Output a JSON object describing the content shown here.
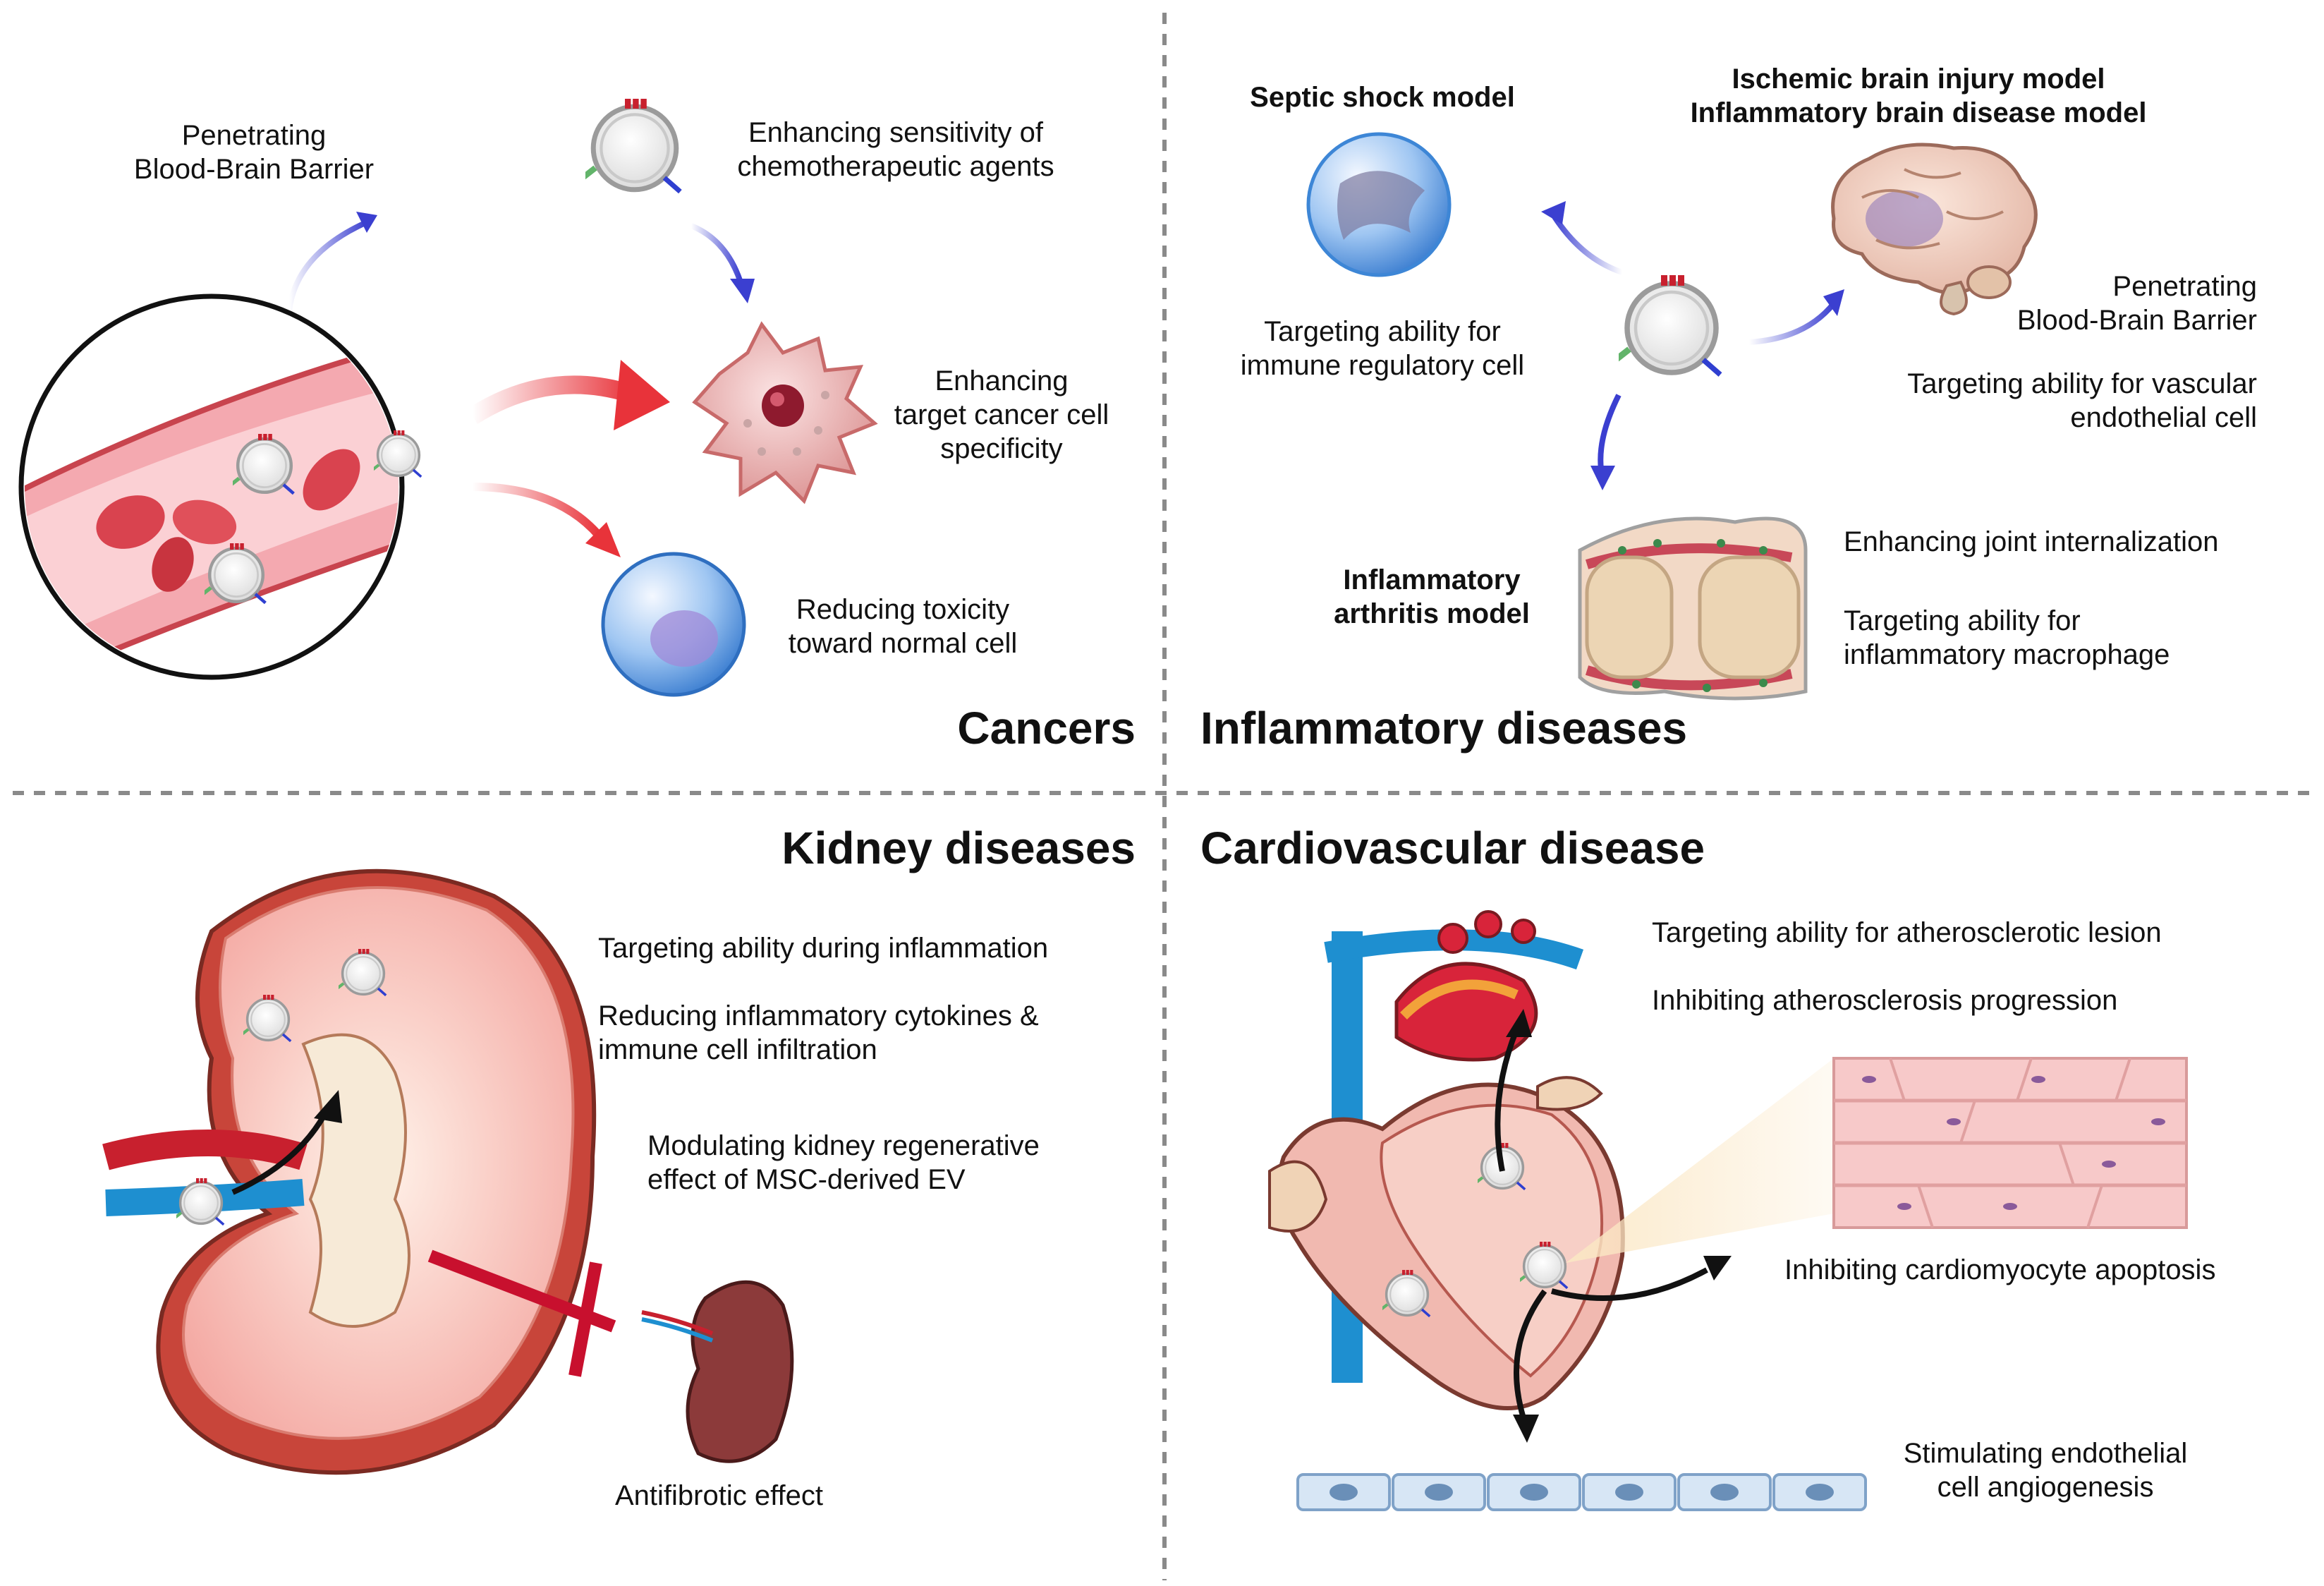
{
  "sections": {
    "cancers": {
      "title": "Cancers",
      "labels": {
        "bbb": [
          "Penetrating",
          "Blood-Brain Barrier"
        ],
        "chemo": [
          "Enhancing sensitivity of",
          "chemotherapeutic agents"
        ],
        "specificity": [
          "Enhancing",
          "target cancer cell",
          "specificity"
        ],
        "toxicity": [
          "Reducing toxicity",
          "toward normal cell"
        ]
      }
    },
    "inflammatory": {
      "title": "Inflammatory diseases",
      "labels": {
        "septic_model": "Septic shock model",
        "brain_models": [
          "Ischemic brain injury model",
          "Inflammatory brain disease model"
        ],
        "immune_target": [
          "Targeting ability for",
          "immune regulatory cell"
        ],
        "bbb": [
          "Penetrating",
          "Blood-Brain Barrier"
        ],
        "vascular": [
          "Targeting ability for vascular",
          "endothelial cell"
        ],
        "arthritis_model": [
          "Inflammatory",
          "arthritis model"
        ],
        "joint": "Enhancing joint internalization",
        "macrophage": [
          "Targeting ability for",
          "inflammatory macrophage"
        ]
      }
    },
    "kidney": {
      "title": "Kidney diseases",
      "labels": {
        "inflammation": "Targeting ability during inflammation",
        "cytokines": [
          "Reducing inflammatory cytokines &",
          "immune cell infiltration"
        ],
        "regenerative": [
          "Modulating kidney regenerative",
          "effect of MSC-derived EV"
        ],
        "antifibrotic": "Antifibrotic effect"
      }
    },
    "cardio": {
      "title": "Cardiovascular disease",
      "labels": {
        "lesion": "Targeting ability for atherosclerotic lesion",
        "progression": "Inhibiting atherosclerosis progression",
        "apoptosis": "Inhibiting cardiomyocyte apoptosis",
        "angiogenesis": [
          "Stimulating endothelial",
          "cell angiogenesis"
        ]
      }
    }
  },
  "colors": {
    "divider": "#8a8a8a",
    "blue_arrow": "#3b3fd0",
    "red_arrow": "#e8333a",
    "inhibit_bar": "#c8102e",
    "black_arrow": "#111111",
    "vessel_red": "#d9434f",
    "vein_blue": "#1e8fd0"
  },
  "icons": [
    "blood-vessel-cross-section",
    "extracellular-vesicle",
    "cancer-cell",
    "normal-cell",
    "immune-cell",
    "brain",
    "joint",
    "kidney",
    "fibrotic-tissue",
    "heart",
    "cardiomyocyte-tissue",
    "endothelial-cell-layer"
  ]
}
